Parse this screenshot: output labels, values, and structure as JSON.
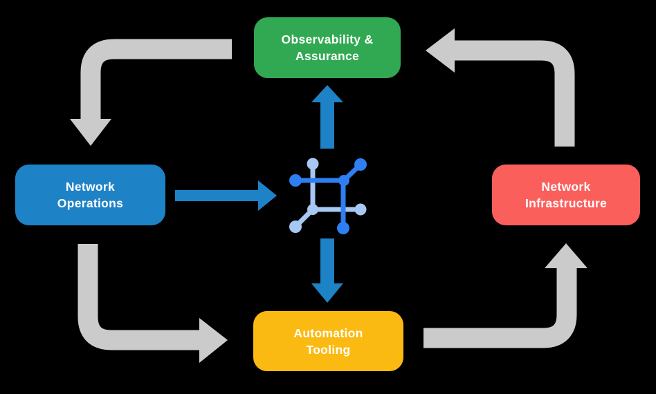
{
  "diagram": {
    "background_color": "#000000",
    "nodes": {
      "observability": {
        "line1": "Observability &",
        "line2": "Assurance",
        "color": "#31A852"
      },
      "operations": {
        "line1": "Network",
        "line2": "Operations",
        "color": "#1E82C6"
      },
      "infrastructure": {
        "line1": "Network",
        "line2": "Infrastructure",
        "color": "#FA5F5C"
      },
      "automation": {
        "line1": "Automation",
        "line2": "Tooling",
        "color": "#FBBA12"
      }
    },
    "arrows": {
      "gray_color": "#CBCBCB",
      "blue_color": "#1E82C6"
    },
    "center_icon": {
      "name": "network-mesh-icon",
      "dark_color": "#2E7FF2",
      "light_color": "#A6C8F2"
    }
  }
}
